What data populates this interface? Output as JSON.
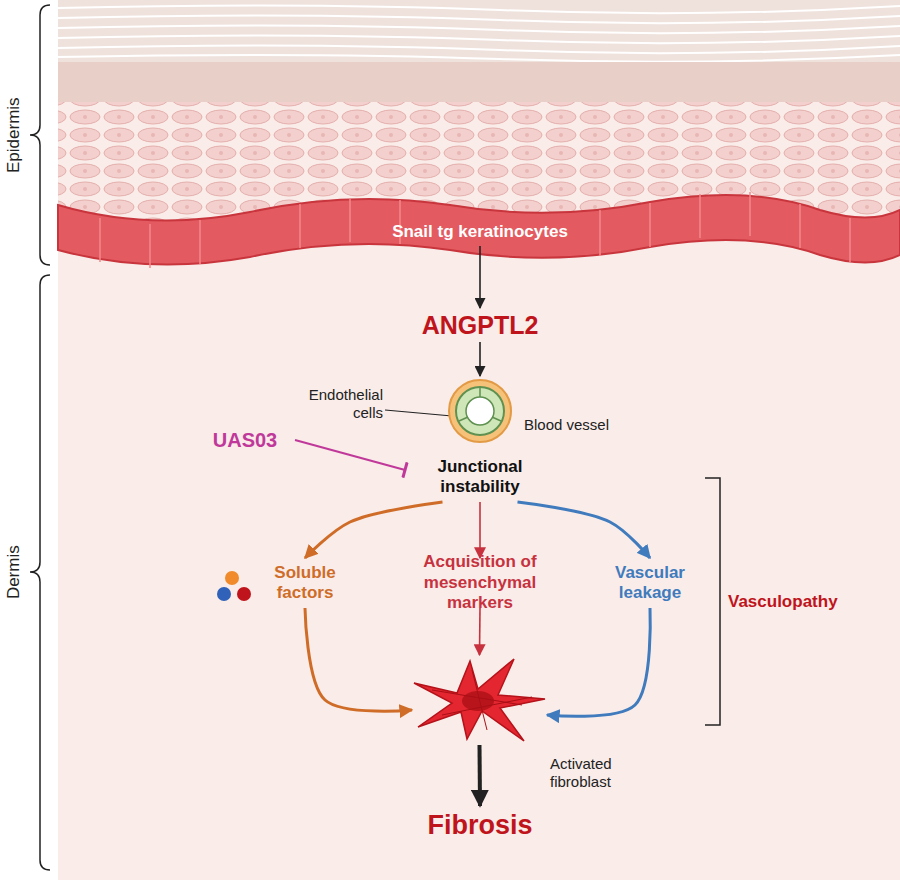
{
  "diagram": {
    "nodes": [
      {
        "text": [
          "Snail tg keratinocytes"
        ]
      },
      {
        "text": [
          "ANGPTL2"
        ]
      },
      {
        "text": [
          "Blood vessel"
        ]
      },
      {
        "text": [
          "UAS03"
        ]
      },
      {
        "text": [
          "Junctional instability"
        ]
      },
      {
        "text": [
          "Soluble factors"
        ]
      },
      {
        "text": [
          "Acquisition of mesenchymal markers"
        ]
      },
      {
        "text": [
          "Vascular leakage"
        ]
      },
      {
        "text": [
          "Activated fibroblast"
        ]
      },
      {
        "text": [
          "Fibrosis"
        ]
      }
    ],
    "edges": [
      {
        "from": 0,
        "to": 1,
        "arrow": "to"
      },
      {
        "from": 1,
        "to": 2,
        "arrow": "to"
      },
      {
        "from": 3,
        "to": 4,
        "arrow": "to"
      },
      {
        "from": 4,
        "to": 5,
        "arrow": "to"
      },
      {
        "from": 4,
        "to": 6,
        "arrow": "to"
      },
      {
        "from": 4,
        "to": 7,
        "arrow": "to"
      },
      {
        "from": 5,
        "to": 8,
        "arrow": "to"
      },
      {
        "from": 6,
        "to": 8,
        "arrow": "to"
      },
      {
        "from": 7,
        "to": 8,
        "arrow": "to"
      },
      {
        "from": 8,
        "to": 9,
        "arrow": "to"
      }
    ],
    "labels": [
      "Epidermis",
      "Endothelial cells",
      "Vasculopathy",
      "Dermis"
    ]
  }
}
